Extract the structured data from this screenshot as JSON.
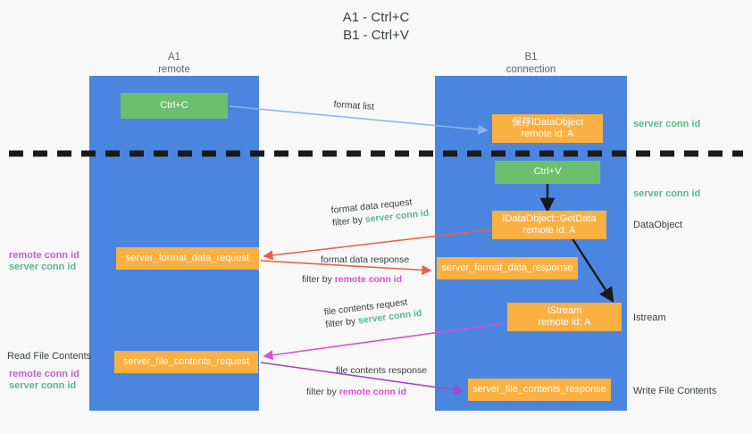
{
  "title": {
    "line1": "A1 - Ctrl+C",
    "line2": "B1 - Ctrl+V"
  },
  "lanes": [
    {
      "id": "a1",
      "name": "A1",
      "sub": "remote",
      "color": "#4a86e0"
    },
    {
      "id": "b1",
      "name": "B1",
      "sub": "connection",
      "color": "#4a86e0"
    }
  ],
  "colors": {
    "lane": "#4a86e0",
    "green_box": "#6cbf6c",
    "orange_box": "#fbb042",
    "server_conn_id": "#57bb8a",
    "remote_conn_id": "#c060d0",
    "blue_arrow": "#8ab4e8",
    "red_arrow": "#e8614d",
    "magenta_arrow": "#d84fd8",
    "purple_arrow": "#a347c8",
    "black_arrow": "#1a1a1a",
    "divider": "#1a1a1a",
    "background": "#f8f8f8"
  },
  "boxes": {
    "ctrl_c": {
      "line1": "Ctrl+C",
      "line2": ""
    },
    "save_idataobject": {
      "line1": "保存IDataObject",
      "line2": "remote id: A"
    },
    "ctrl_v": {
      "line1": "Ctrl+V",
      "line2": ""
    },
    "getdata": {
      "line1": "IDataObject::GetData",
      "line2": "remote id: A"
    },
    "fmt_data_request": {
      "line1": "server_format_data_request",
      "line2": ""
    },
    "fmt_data_response": {
      "line1": "server_format_data_response",
      "line2": ""
    },
    "istream": {
      "line1": "IStream",
      "line2": "remote id: A"
    },
    "file_req": {
      "line1": "server_file_contents_request",
      "line2": ""
    },
    "file_resp": {
      "line1": "server_file_contents_response",
      "line2": ""
    }
  },
  "edge_labels": {
    "format_list": "format list",
    "fmt_req_l1": "format data request",
    "fmt_req_l2_pre": "filter by ",
    "fmt_req_l2_key": "server conn id",
    "fmt_resp_l1": "format data response",
    "fmt_resp_l2_pre": "filter by ",
    "fmt_resp_l2_key": "remote conn id",
    "file_req_l1": "file contents request",
    "file_req_l2_pre": "filter by ",
    "file_req_l2_key": "server conn id",
    "file_resp_l1": "file contents response",
    "file_resp_l2_pre": "filter by ",
    "file_resp_l2_key": "remote conn id"
  },
  "right_annotations": {
    "server_conn_id_top": "server conn id",
    "server_conn_id_mid": "server conn id",
    "dataobject": "DataObject",
    "istream": "Istream",
    "write_file_contents": "Write File Contents"
  },
  "left_annotations": {
    "remote_conn_id_1": "remote conn id",
    "server_conn_id_1": "server conn id",
    "read_file_contents": "Read File Contents",
    "remote_conn_id_2": "remote conn id",
    "server_conn_id_2": "server conn id"
  }
}
